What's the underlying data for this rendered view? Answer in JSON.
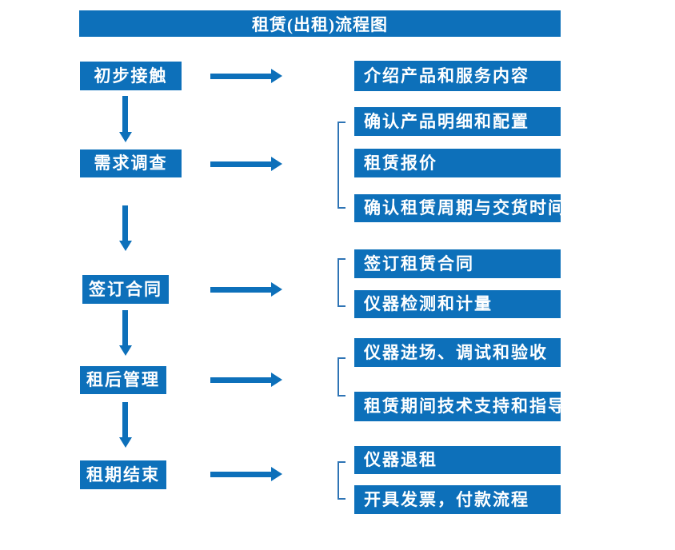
{
  "title": "租赁(出租)流程图",
  "colors": {
    "primary": "#0D70BA",
    "bracket": "#2E74B5",
    "text": "#FFFFFF",
    "background": "#FFFFFF"
  },
  "steps": [
    {
      "label": "初步接触",
      "details": [
        "介绍产品和服务内容"
      ]
    },
    {
      "label": "需求调查",
      "details": [
        "确认产品明细和配置",
        "租赁报价",
        "确认租赁周期与交货时间"
      ]
    },
    {
      "label": "签订合同",
      "details": [
        "签订租赁合同",
        "仪器检测和计量"
      ]
    },
    {
      "label": "租后管理",
      "details": [
        "仪器进场、调试和验收",
        "租赁期间技术支持和指导"
      ]
    },
    {
      "label": "租期结束",
      "details": [
        "仪器退租",
        "开具发票，付款流程"
      ]
    }
  ]
}
